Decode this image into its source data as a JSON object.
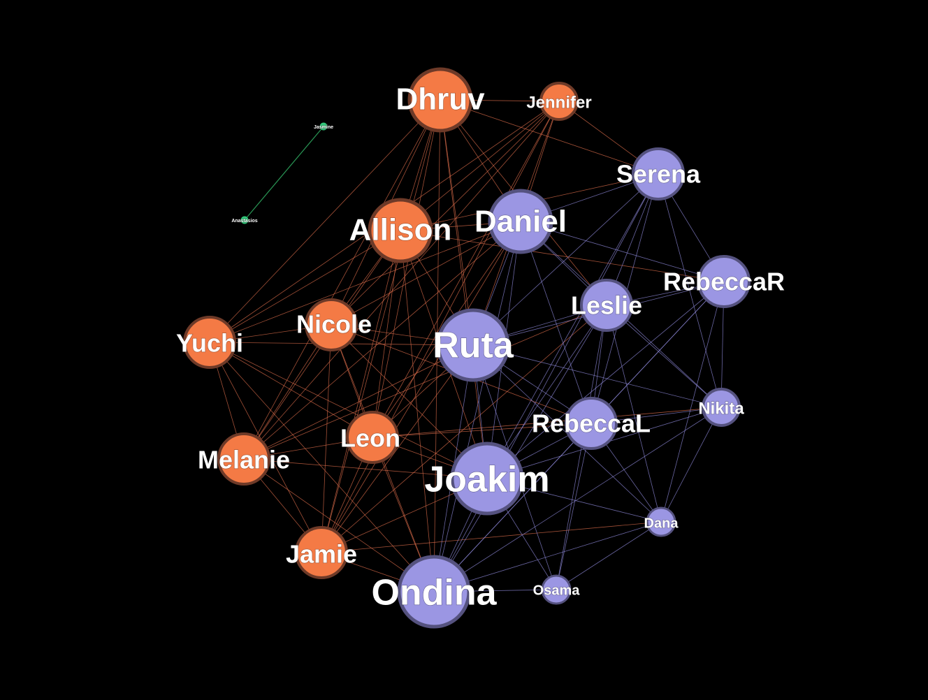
{
  "colors": {
    "background": "#000000",
    "group_orange": "#f47a45",
    "group_orange_border": "#6e3a28",
    "group_purple": "#9b96e3",
    "group_purple_border": "#55527f",
    "group_green": "#33c77a",
    "edge_orange": "#d86b4a",
    "edge_purple": "#8e88d8",
    "edge_green": "#2fa85f",
    "label": "#ffffff"
  },
  "nodes": [
    {
      "id": "Dhruv",
      "label": "Dhruv",
      "group": "orange",
      "size": "large"
    },
    {
      "id": "Jennifer",
      "label": "Jennifer",
      "group": "orange",
      "size": "small"
    },
    {
      "id": "Allison",
      "label": "Allison",
      "group": "orange",
      "size": "large"
    },
    {
      "id": "Yuchi",
      "label": "Yuchi",
      "group": "orange",
      "size": "medium"
    },
    {
      "id": "Nicole",
      "label": "Nicole",
      "group": "orange",
      "size": "medium"
    },
    {
      "id": "Leon",
      "label": "Leon",
      "group": "orange",
      "size": "medium"
    },
    {
      "id": "Melanie",
      "label": "Melanie",
      "group": "orange",
      "size": "medium"
    },
    {
      "id": "Jamie",
      "label": "Jamie",
      "group": "orange",
      "size": "medium"
    },
    {
      "id": "Serena",
      "label": "Serena",
      "group": "purple",
      "size": "medium"
    },
    {
      "id": "Daniel",
      "label": "Daniel",
      "group": "purple",
      "size": "large"
    },
    {
      "id": "RebeccaR",
      "label": "RebeccaR",
      "group": "purple",
      "size": "medium"
    },
    {
      "id": "Leslie",
      "label": "Leslie",
      "group": "purple",
      "size": "medium"
    },
    {
      "id": "Ruta",
      "label": "Ruta",
      "group": "purple",
      "size": "xlarge"
    },
    {
      "id": "Nikita",
      "label": "Nikita",
      "group": "purple",
      "size": "small"
    },
    {
      "id": "RebeccaL",
      "label": "RebeccaL",
      "group": "purple",
      "size": "medium"
    },
    {
      "id": "Joakim",
      "label": "Joakim",
      "group": "purple",
      "size": "xlarge"
    },
    {
      "id": "Dana",
      "label": "Dana",
      "group": "purple",
      "size": "tiny"
    },
    {
      "id": "Osama",
      "label": "Osama",
      "group": "purple",
      "size": "tiny"
    },
    {
      "id": "Ondina",
      "label": "Ondina",
      "group": "purple",
      "size": "xlarge"
    },
    {
      "id": "Jasmine",
      "label": "Jasmine",
      "group": "green",
      "size": "dot"
    },
    {
      "id": "Anastasios",
      "label": "Anastasios",
      "group": "green",
      "size": "dot"
    }
  ],
  "edges": [
    [
      "Jasmine",
      "Anastasios"
    ],
    [
      "Dhruv",
      "Jennifer"
    ],
    [
      "Dhruv",
      "Allison"
    ],
    [
      "Dhruv",
      "Yuchi"
    ],
    [
      "Dhruv",
      "Nicole"
    ],
    [
      "Dhruv",
      "Leon"
    ],
    [
      "Dhruv",
      "Melanie"
    ],
    [
      "Dhruv",
      "Jamie"
    ],
    [
      "Dhruv",
      "Daniel"
    ],
    [
      "Dhruv",
      "Ruta"
    ],
    [
      "Dhruv",
      "Serena"
    ],
    [
      "Dhruv",
      "Joakim"
    ],
    [
      "Dhruv",
      "Ondina"
    ],
    [
      "Dhruv",
      "Leslie"
    ],
    [
      "Jennifer",
      "Allison"
    ],
    [
      "Jennifer",
      "Nicole"
    ],
    [
      "Jennifer",
      "Yuchi"
    ],
    [
      "Jennifer",
      "Leon"
    ],
    [
      "Jennifer",
      "Serena"
    ],
    [
      "Jennifer",
      "Daniel"
    ],
    [
      "Jennifer",
      "Jamie"
    ],
    [
      "Jennifer",
      "Ruta"
    ],
    [
      "Jennifer",
      "Melanie"
    ],
    [
      "Allison",
      "Yuchi"
    ],
    [
      "Allison",
      "Nicole"
    ],
    [
      "Allison",
      "Leon"
    ],
    [
      "Allison",
      "Melanie"
    ],
    [
      "Allison",
      "Jamie"
    ],
    [
      "Allison",
      "Ruta"
    ],
    [
      "Allison",
      "Daniel"
    ],
    [
      "Allison",
      "Joakim"
    ],
    [
      "Allison",
      "Ondina"
    ],
    [
      "Allison",
      "Serena"
    ],
    [
      "Allison",
      "RebeccaR"
    ],
    [
      "Yuchi",
      "Nicole"
    ],
    [
      "Yuchi",
      "Leon"
    ],
    [
      "Yuchi",
      "Melanie"
    ],
    [
      "Yuchi",
      "Jamie"
    ],
    [
      "Yuchi",
      "Ruta"
    ],
    [
      "Yuchi",
      "Joakim"
    ],
    [
      "Yuchi",
      "Ondina"
    ],
    [
      "Yuchi",
      "Daniel"
    ],
    [
      "Nicole",
      "Leon"
    ],
    [
      "Nicole",
      "Melanie"
    ],
    [
      "Nicole",
      "Jamie"
    ],
    [
      "Nicole",
      "Ruta"
    ],
    [
      "Nicole",
      "Joakim"
    ],
    [
      "Nicole",
      "Ondina"
    ],
    [
      "Nicole",
      "Daniel"
    ],
    [
      "Nicole",
      "RebeccaL"
    ],
    [
      "Leon",
      "Melanie"
    ],
    [
      "Leon",
      "Jamie"
    ],
    [
      "Leon",
      "Ruta"
    ],
    [
      "Leon",
      "Joakim"
    ],
    [
      "Leon",
      "Ondina"
    ],
    [
      "Leon",
      "RebeccaL"
    ],
    [
      "Leon",
      "Daniel"
    ],
    [
      "Leon",
      "Nikita"
    ],
    [
      "Melanie",
      "Jamie"
    ],
    [
      "Melanie",
      "Joakim"
    ],
    [
      "Melanie",
      "Ondina"
    ],
    [
      "Melanie",
      "Ruta"
    ],
    [
      "Melanie",
      "Daniel"
    ],
    [
      "Melanie",
      "Leslie"
    ],
    [
      "Jamie",
      "Ondina"
    ],
    [
      "Jamie",
      "Joakim"
    ],
    [
      "Jamie",
      "Ruta"
    ],
    [
      "Jamie",
      "Dana"
    ],
    [
      "Jamie",
      "Leslie"
    ],
    [
      "Jamie",
      "Daniel"
    ],
    [
      "Serena",
      "Daniel"
    ],
    [
      "Serena",
      "RebeccaR"
    ],
    [
      "Serena",
      "Leslie"
    ],
    [
      "Serena",
      "Ruta"
    ],
    [
      "Serena",
      "RebeccaL"
    ],
    [
      "Serena",
      "Joakim"
    ],
    [
      "Serena",
      "Ondina"
    ],
    [
      "Serena",
      "Nikita"
    ],
    [
      "Daniel",
      "Leslie"
    ],
    [
      "Daniel",
      "RebeccaR"
    ],
    [
      "Daniel",
      "Ruta"
    ],
    [
      "Daniel",
      "RebeccaL"
    ],
    [
      "Daniel",
      "Joakim"
    ],
    [
      "Daniel",
      "Ondina"
    ],
    [
      "Daniel",
      "Nikita"
    ],
    [
      "RebeccaR",
      "Leslie"
    ],
    [
      "RebeccaR",
      "Ruta"
    ],
    [
      "RebeccaR",
      "RebeccaL"
    ],
    [
      "RebeccaR",
      "Nikita"
    ],
    [
      "RebeccaR",
      "Joakim"
    ],
    [
      "RebeccaR",
      "Dana"
    ],
    [
      "RebeccaR",
      "Ondina"
    ],
    [
      "Leslie",
      "Ruta"
    ],
    [
      "Leslie",
      "RebeccaL"
    ],
    [
      "Leslie",
      "Joakim"
    ],
    [
      "Leslie",
      "Ondina"
    ],
    [
      "Leslie",
      "Nikita"
    ],
    [
      "Leslie",
      "Osama"
    ],
    [
      "Leslie",
      "Dana"
    ],
    [
      "Ruta",
      "RebeccaL"
    ],
    [
      "Ruta",
      "Joakim"
    ],
    [
      "Ruta",
      "Ondina"
    ],
    [
      "Ruta",
      "Nikita"
    ],
    [
      "Ruta",
      "Osama"
    ],
    [
      "Ruta",
      "Dana"
    ],
    [
      "RebeccaL",
      "Joakim"
    ],
    [
      "RebeccaL",
      "Ondina"
    ],
    [
      "RebeccaL",
      "Nikita"
    ],
    [
      "RebeccaL",
      "Osama"
    ],
    [
      "RebeccaL",
      "Dana"
    ],
    [
      "Joakim",
      "Ondina"
    ],
    [
      "Joakim",
      "Nikita"
    ],
    [
      "Joakim",
      "Dana"
    ],
    [
      "Joakim",
      "Osama"
    ],
    [
      "Ondina",
      "Osama"
    ],
    [
      "Ondina",
      "Dana"
    ],
    [
      "Ondina",
      "Nikita"
    ],
    [
      "Nikita",
      "Dana"
    ],
    [
      "Osama",
      "Dana"
    ]
  ]
}
